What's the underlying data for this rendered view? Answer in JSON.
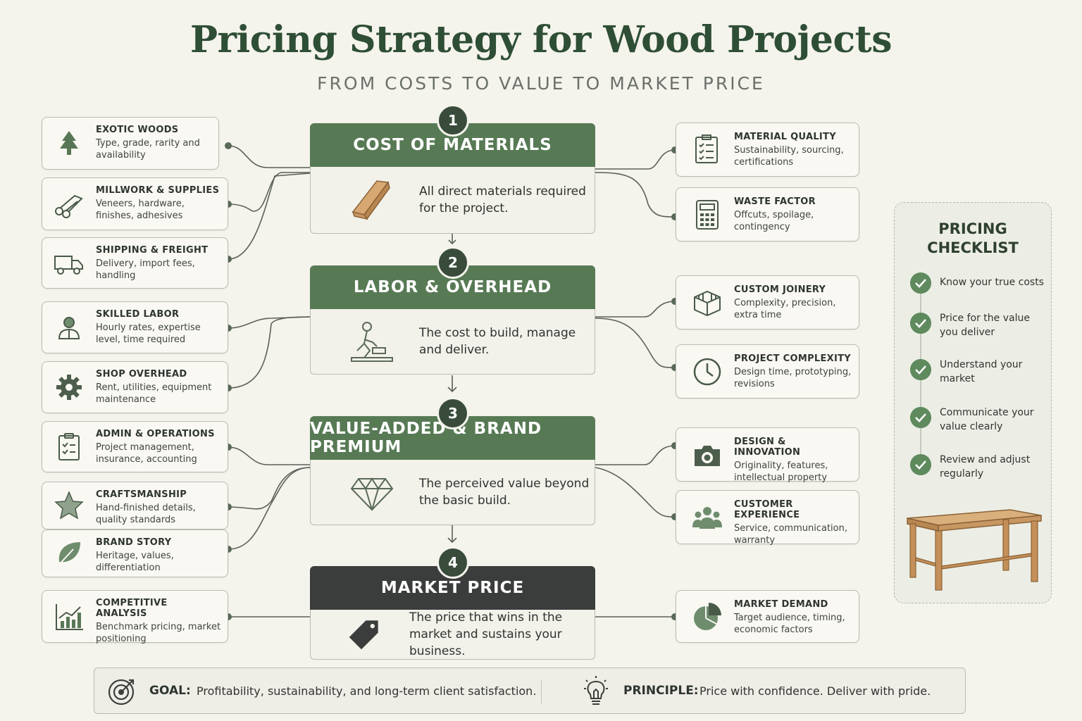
{
  "title": "Pricing Strategy for Wood Projects",
  "subtitle": "FROM COSTS TO VALUE TO MARKET PRICE",
  "steps": [
    {
      "number": "1",
      "title": "COST OF MATERIALS",
      "text": "All direct materials required for the project.",
      "icon": "wood-plank-icon"
    },
    {
      "number": "2",
      "title": "LABOR & OVERHEAD",
      "text": "The cost to build, manage and deliver.",
      "icon": "worker-icon"
    },
    {
      "number": "3",
      "title": "VALUE-ADDED & BRAND PREMIUM",
      "text": "The perceived value beyond the basic build.",
      "icon": "diamond-icon"
    },
    {
      "number": "4",
      "title": "MARKET PRICE",
      "text": "The price that wins in the market and sustains your business.",
      "icon": "price-tag-icon"
    }
  ],
  "left_cards": [
    {
      "title": "EXOTIC WOODS",
      "desc": "Type, grade, rarity and availability",
      "icon": "tree-icon"
    },
    {
      "title": "MILLWORK & SUPPLIES",
      "desc": "Veneers, hardware, finishes, adhesives",
      "icon": "lumber-icon"
    },
    {
      "title": "SHIPPING & FREIGHT",
      "desc": "Delivery, import fees, handling",
      "icon": "truck-icon"
    },
    {
      "title": "SKILLED LABOR",
      "desc": "Hourly rates, expertise level, time required",
      "icon": "worker-avatar-icon"
    },
    {
      "title": "SHOP OVERHEAD",
      "desc": "Rent, utilities, equipment maintenance",
      "icon": "gear-icon"
    },
    {
      "title": "ADMIN & OPERATIONS",
      "desc": "Project management, insurance, accounting",
      "icon": "clipboard-icon"
    },
    {
      "title": "CRAFTSMANSHIP",
      "desc": "Hand-finished details, quality standards",
      "icon": "star-icon"
    },
    {
      "title": "BRAND STORY",
      "desc": "Heritage, values, differentiation",
      "icon": "leaf-icon"
    },
    {
      "title": "COMPETITIVE ANALYSIS",
      "desc": "Benchmark pricing, market positioning",
      "icon": "bar-chart-icon"
    }
  ],
  "right_cards": [
    {
      "title": "MATERIAL QUALITY",
      "desc": "Sustainability, sourcing, certifications",
      "icon": "checklist-icon"
    },
    {
      "title": "WASTE FACTOR",
      "desc": "Offcuts, spoilage, contingency",
      "icon": "calculator-icon"
    },
    {
      "title": "CUSTOM JOINERY",
      "desc": "Complexity, precision, extra time",
      "icon": "joinery-box-icon"
    },
    {
      "title": "PROJECT COMPLEXITY",
      "desc": "Design time, prototyping, revisions",
      "icon": "clock-icon"
    },
    {
      "title": "DESIGN & INNOVATION",
      "desc": "Originality, features, intellectual property",
      "icon": "camera-icon"
    },
    {
      "title": "CUSTOMER EXPERIENCE",
      "desc": "Service, communication, warranty",
      "icon": "people-icon"
    },
    {
      "title": "MARKET DEMAND",
      "desc": "Target audience, timing, economic factors",
      "icon": "pie-chart-icon"
    }
  ],
  "checklist": {
    "title_line1": "PRICING",
    "title_line2": "CHECKLIST",
    "items": [
      "Know your true costs",
      "Price for the value you deliver",
      "Understand your market",
      "Communicate your value clearly",
      "Review and adjust regularly"
    ]
  },
  "footer": {
    "goal_label": "GOAL:",
    "goal_text": "Profitability, sustainability, and long-term client satisfaction.",
    "principle_label": "PRINCIPLE:",
    "principle_text": "Price with confidence. Deliver with pride."
  },
  "colors": {
    "primary_green": "#577a55",
    "dark": "#3b3d3c",
    "badge": "#394c3b",
    "check": "#5f8a5e",
    "title": "#2e4e35"
  }
}
